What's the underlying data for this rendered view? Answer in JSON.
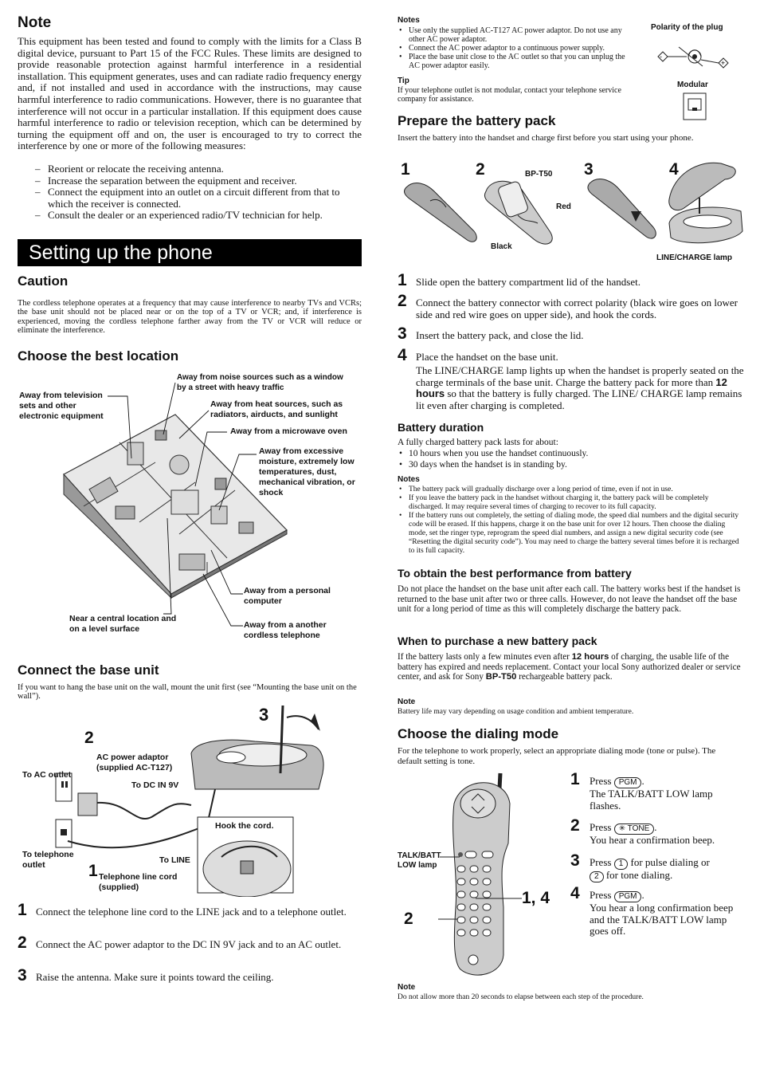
{
  "note": {
    "heading": "Note",
    "body": "This equipment has been tested and found to comply with the limits for a Class B digital device, pursuant to Part 15 of the FCC Rules. These limits are designed to provide reasonable protection against harmful interference in a residential installation. This equipment generates, uses and can radiate radio frequency energy and, if not installed and used in accordance with the instructions, may cause harmful interference to radio communications. However, there is no guarantee that interference will not occur in a particular installation. If this equipment does cause harmful interference to radio or television reception, which can be determined by turning the equipment off and on, the user is encouraged to try to correct the interference by one or more of the following measures:",
    "measures": [
      "Reorient or relocate the receiving antenna.",
      "Increase the separation between the equipment and receiver.",
      "Connect the equipment into an outlet on a circuit different from that to which the receiver is connected.",
      "Consult the dealer or an experienced radio/TV technician for help."
    ]
  },
  "setup": {
    "banner": "Setting up the phone",
    "caution_heading": "Caution",
    "caution_body": "The cordless telephone operates at a frequency that may cause interference to nearby TVs and VCRs; the base unit should not be placed near or on the top of a TV or VCR; and, if interference is experienced, moving the cordless telephone farther away from the TV or VCR will reduce or eliminate the interference."
  },
  "location": {
    "heading": "Choose the best location",
    "labels": {
      "television": "Away from television sets and other electronic equipment",
      "noise": "Away from noise sources such as a window by a street with heavy traffic",
      "heat": "Away from heat sources, such as radiators, airducts, and sunlight",
      "microwave": "Away from a microwave oven",
      "moisture": "Away from excessive moisture, extremely low temperatures, dust, mechanical vibration, or shock",
      "computer": "Away from a personal computer",
      "central": "Near a central location and on a level surface",
      "cordless": "Away from a another cordless telephone"
    }
  },
  "connect": {
    "heading": "Connect the base unit",
    "intro": "If you want to hang the base unit on the wall, mount the unit first (see “Mounting the base unit on the wall”).",
    "labels": {
      "adaptor": "AC power adaptor (supplied AC-T127)",
      "ac_outlet": "To AC outlet",
      "dc_in": "To DC IN 9V",
      "hook": "Hook the cord.",
      "tel_outlet": "To telephone outlet",
      "to_line": "To LINE",
      "line_cord": "Telephone line cord (supplied)",
      "n1": "1",
      "n2": "2",
      "n3": "3"
    },
    "steps": [
      {
        "num": "1",
        "text": "Connect the telephone line cord to the LINE jack and to a telephone outlet."
      },
      {
        "num": "2",
        "text": "Connect the AC power adaptor to the DC IN 9V jack and to an AC outlet."
      },
      {
        "num": "3",
        "text": "Raise the antenna. Make sure it points toward the ceiling."
      }
    ]
  },
  "notes_top": {
    "heading": "Notes",
    "items": [
      "Use only the supplied AC-T127 AC power adaptor. Do not use any other AC power adaptor.",
      "Connect the AC power adaptor to a continuous power supply.",
      "Place the base unit close to the AC outlet so that you can unplug the AC power adaptor easily."
    ],
    "tip_heading": "Tip",
    "tip": "If your telephone outlet is not modular, contact your telephone service company for assistance.",
    "polarity": "Polarity of the plug",
    "modular": "Modular"
  },
  "battery": {
    "heading": "Prepare the battery pack",
    "intro": "Insert the battery into the handset and charge first before you start using your phone.",
    "fig": {
      "n1": "1",
      "n2": "2",
      "n3": "3",
      "n4": "4",
      "bp": "BP-T50",
      "red": "Red",
      "black": "Black",
      "lamp": "LINE/CHARGE lamp"
    },
    "steps": [
      {
        "num": "1",
        "text": "Slide open the battery compartment lid of the handset."
      },
      {
        "num": "2",
        "text": "Connect the battery connector with correct polarity (black wire goes on lower side and red wire goes on upper side), and hook the cords."
      },
      {
        "num": "3",
        "text": "Insert the battery pack, and close the lid."
      },
      {
        "num": "4",
        "text": "Place the handset on the base unit."
      }
    ],
    "step4_a": "The LINE/CHARGE lamp lights up when the handset is properly seated on the charge terminals of the base unit. Charge the battery pack for more than ",
    "step4_b": "12 hours",
    "step4_c": " so that the battery is fully charged. The LINE/ CHARGE lamp remains lit even after charging is completed."
  },
  "duration": {
    "heading": "Battery duration",
    "intro": "A fully charged battery pack lasts for about:",
    "items": [
      "10 hours when you use the handset continuously.",
      "30 days when the handset is in standing by."
    ],
    "notes_heading": "Notes",
    "notes": [
      "The battery pack will gradually discharge over a long period of time, even if not in use.",
      "If you leave the battery pack in the handset without charging it, the battery pack will be completely discharged. It may require several times of charging to recover to its full capacity.",
      "If the battery runs out completely, the setting of dialing mode, the speed dial numbers and the digital security code will be erased. If this happens, charge it on the base unit for over 12 hours. Then choose the dialing mode, set the ringer type, reprogram the speed dial numbers, and assign a new digital security code (see “Resetting the digital security code”). You may need to charge the battery several times before it is recharged to its full capacity."
    ]
  },
  "performance": {
    "heading": "To obtain the best performance from battery",
    "body": "Do not place the handset on the base unit after each call. The battery works best if the handset is returned to the base unit after two or three calls. However, do not leave the handset off the base unit for a long period of time as this will completely discharge the battery pack."
  },
  "purchase": {
    "heading": "When to purchase a new battery pack",
    "a": "If the battery lasts only a few minutes even after ",
    "b": "12 hours",
    "c": " of charging, the usable life of the battery has expired and needs replacement. Contact your local Sony authorized dealer or service center, and ask for Sony ",
    "d": "BP-T50",
    "e": " rechargeable battery pack.",
    "note_heading": "Note",
    "note": "Battery life may vary depending on usage condition and ambient temperature."
  },
  "dialing": {
    "heading": "Choose the dialing mode",
    "intro": "For the telephone to work properly, select an appropriate dialing mode (tone or pulse). The default setting is tone.",
    "lamp_label": "TALK/BATT LOW lamp",
    "callout_14": "1, 4",
    "callout_2": "2",
    "steps": [
      {
        "num": "1",
        "pre": "Press ",
        "key": "PGM",
        "post": ".",
        "sub": "The TALK/BATT LOW lamp flashes."
      },
      {
        "num": "2",
        "pre": "Press ",
        "key": "✳ TONE",
        "post": ".",
        "sub": "You hear a confirmation beep."
      },
      {
        "num": "3",
        "pre": "Press ",
        "key": "1",
        "post": " for pulse dialing or",
        "key2": "2",
        "post2": " for tone dialing."
      },
      {
        "num": "4",
        "pre": "Press ",
        "key": "PGM",
        "post": ".",
        "sub": "You hear a long confirmation beep and the TALK/BATT LOW lamp goes off."
      }
    ],
    "note_heading": "Note",
    "note": "Do not allow more than 20 seconds to elapse between each step of the procedure."
  }
}
